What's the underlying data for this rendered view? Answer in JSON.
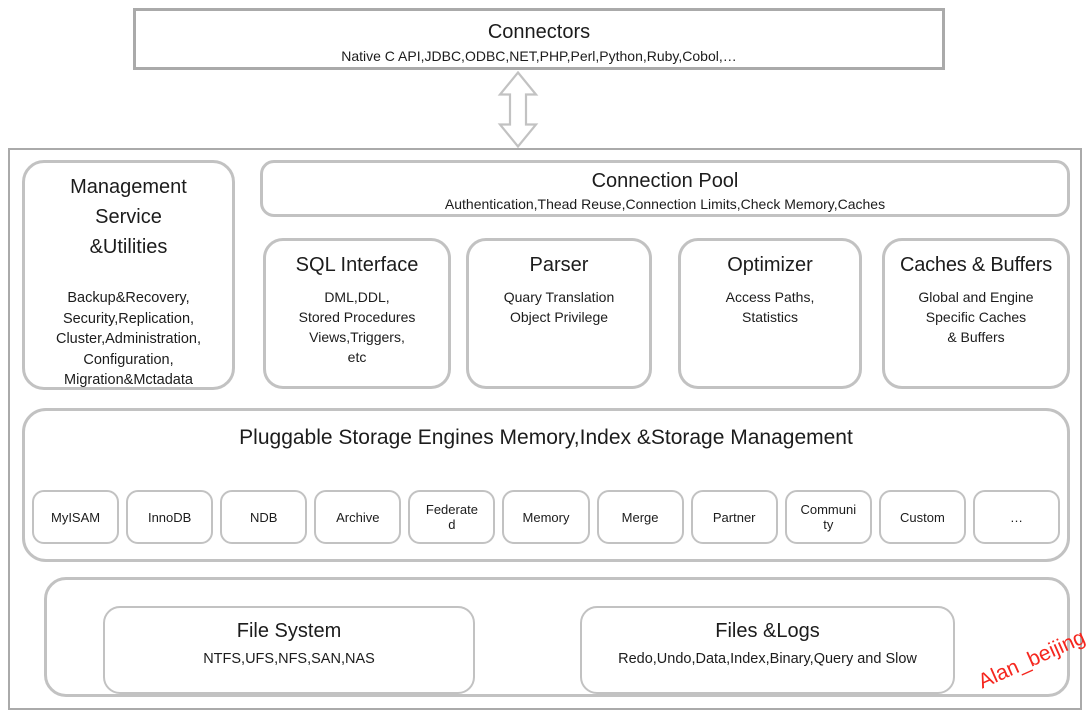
{
  "connectors": {
    "title": "Connectors",
    "subtitle": "Native C API,JDBC,ODBC,NET,PHP,Perl,Python,Ruby,Cobol,…"
  },
  "management": {
    "title": "Management\nService\n&Utilities",
    "body": "Backup&Recovery,\nSecurity,Replication,\nCluster,Administration,\nConfiguration,\nMigration&Mctadata"
  },
  "connection_pool": {
    "title": "Connection Pool",
    "subtitle": "Authentication,Thead Reuse,Connection Limits,Check Memory,Caches"
  },
  "modules": [
    {
      "title": "SQL Interface",
      "body": "DML,DDL,\nStored Procedures\nViews,Triggers,\netc"
    },
    {
      "title": "Parser",
      "body": "Quary Translation\nObject Privilege"
    },
    {
      "title": "Optimizer",
      "body": "Access Paths,\nStatistics"
    },
    {
      "title": "Caches & Buffers",
      "body": "Global and Engine\nSpecific Caches\n& Buffers"
    }
  ],
  "storage": {
    "title": "Pluggable Storage Engines Memory,Index &Storage Management",
    "engines": [
      "MyISAM",
      "InnoDB",
      "NDB",
      "Archive",
      "Federated",
      "Memory",
      "Merge",
      "Partner",
      "Community",
      "Custom",
      "…"
    ]
  },
  "files": {
    "file_system": {
      "title": "File System",
      "subtitle": "NTFS,UFS,NFS,SAN,NAS"
    },
    "files_logs": {
      "title": "Files &Logs",
      "subtitle": "Redo,Undo,Data,Index,Binary,Query and Slow"
    }
  },
  "watermark": {
    "text": "Alan_beijing",
    "color": "#f5271f"
  }
}
